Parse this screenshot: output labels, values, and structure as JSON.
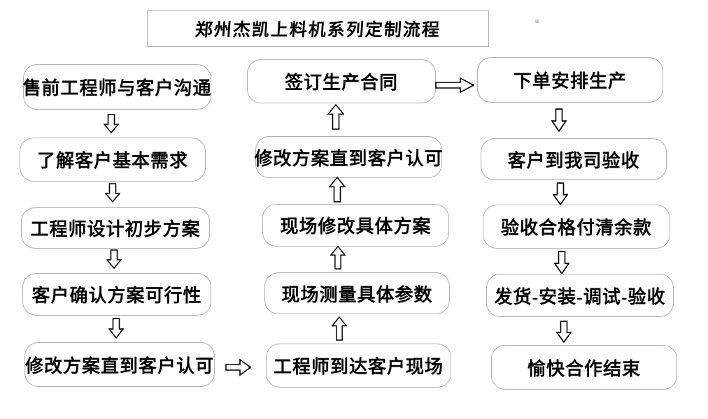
{
  "title": "郑州杰凯上料机系列定制流程",
  "columns": {
    "left": {
      "flow_direction": "down",
      "boxes": [
        "售前工程师与客户沟通",
        "了解客户基本需求",
        "工程师设计初步方案",
        "客户确认方案可行性",
        "修改方案直到客户认可"
      ]
    },
    "middle": {
      "flow_direction": "up",
      "boxes": [
        "签订生产合同",
        "修改方案直到客户认可",
        "现场修改具体方案",
        "现场测量具体参数",
        "工程师到达客户现场"
      ]
    },
    "right": {
      "flow_direction": "down",
      "boxes": [
        "下单安排生产",
        "客户到我司验收",
        "验收合格付清余款",
        "发货-安装-调试-验收",
        "愉快合作结束"
      ]
    }
  },
  "connectors": {
    "left_bottom_to_middle_bottom": "right-arrow",
    "middle_top_to_right_top": "right-arrow"
  },
  "colors": {
    "background": "#ffffff",
    "box_border": "#b0b0b0",
    "arrow_outline": "#000000",
    "text": "#000000"
  }
}
